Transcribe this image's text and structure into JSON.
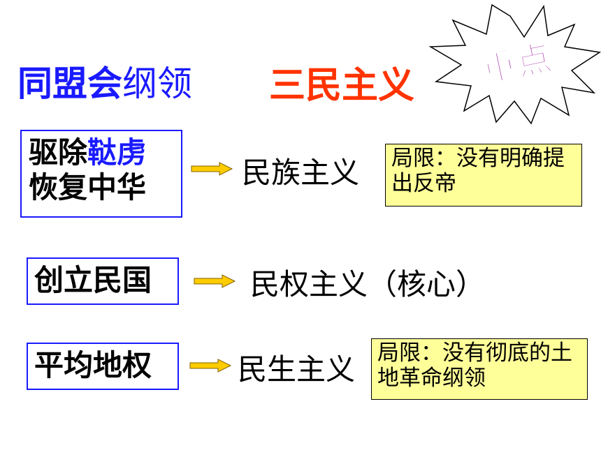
{
  "title": {
    "part1": "同盟会",
    "part2": "纲领",
    "part3": "三民主义"
  },
  "badge": {
    "text": "重点"
  },
  "rows": [
    {
      "box_line1_a": "驱除",
      "box_line1_b": "鞑虏",
      "box_line2": "恢复中华",
      "ism": "民族主义",
      "note": "局限：没有明确提出反帝"
    },
    {
      "box_line1": "创立民国",
      "ism": "民权主义（核心）"
    },
    {
      "box_line1": "平均地权",
      "ism": "民生主义",
      "note": "局限：没有彻底的土地革命纲领"
    }
  ],
  "colors": {
    "title_blue": "#1a1aff",
    "title_red": "#ff3300",
    "badge_purple": "#a020a0",
    "arrow_fill": "#ffcc00",
    "note_bg": "#ffff99"
  }
}
